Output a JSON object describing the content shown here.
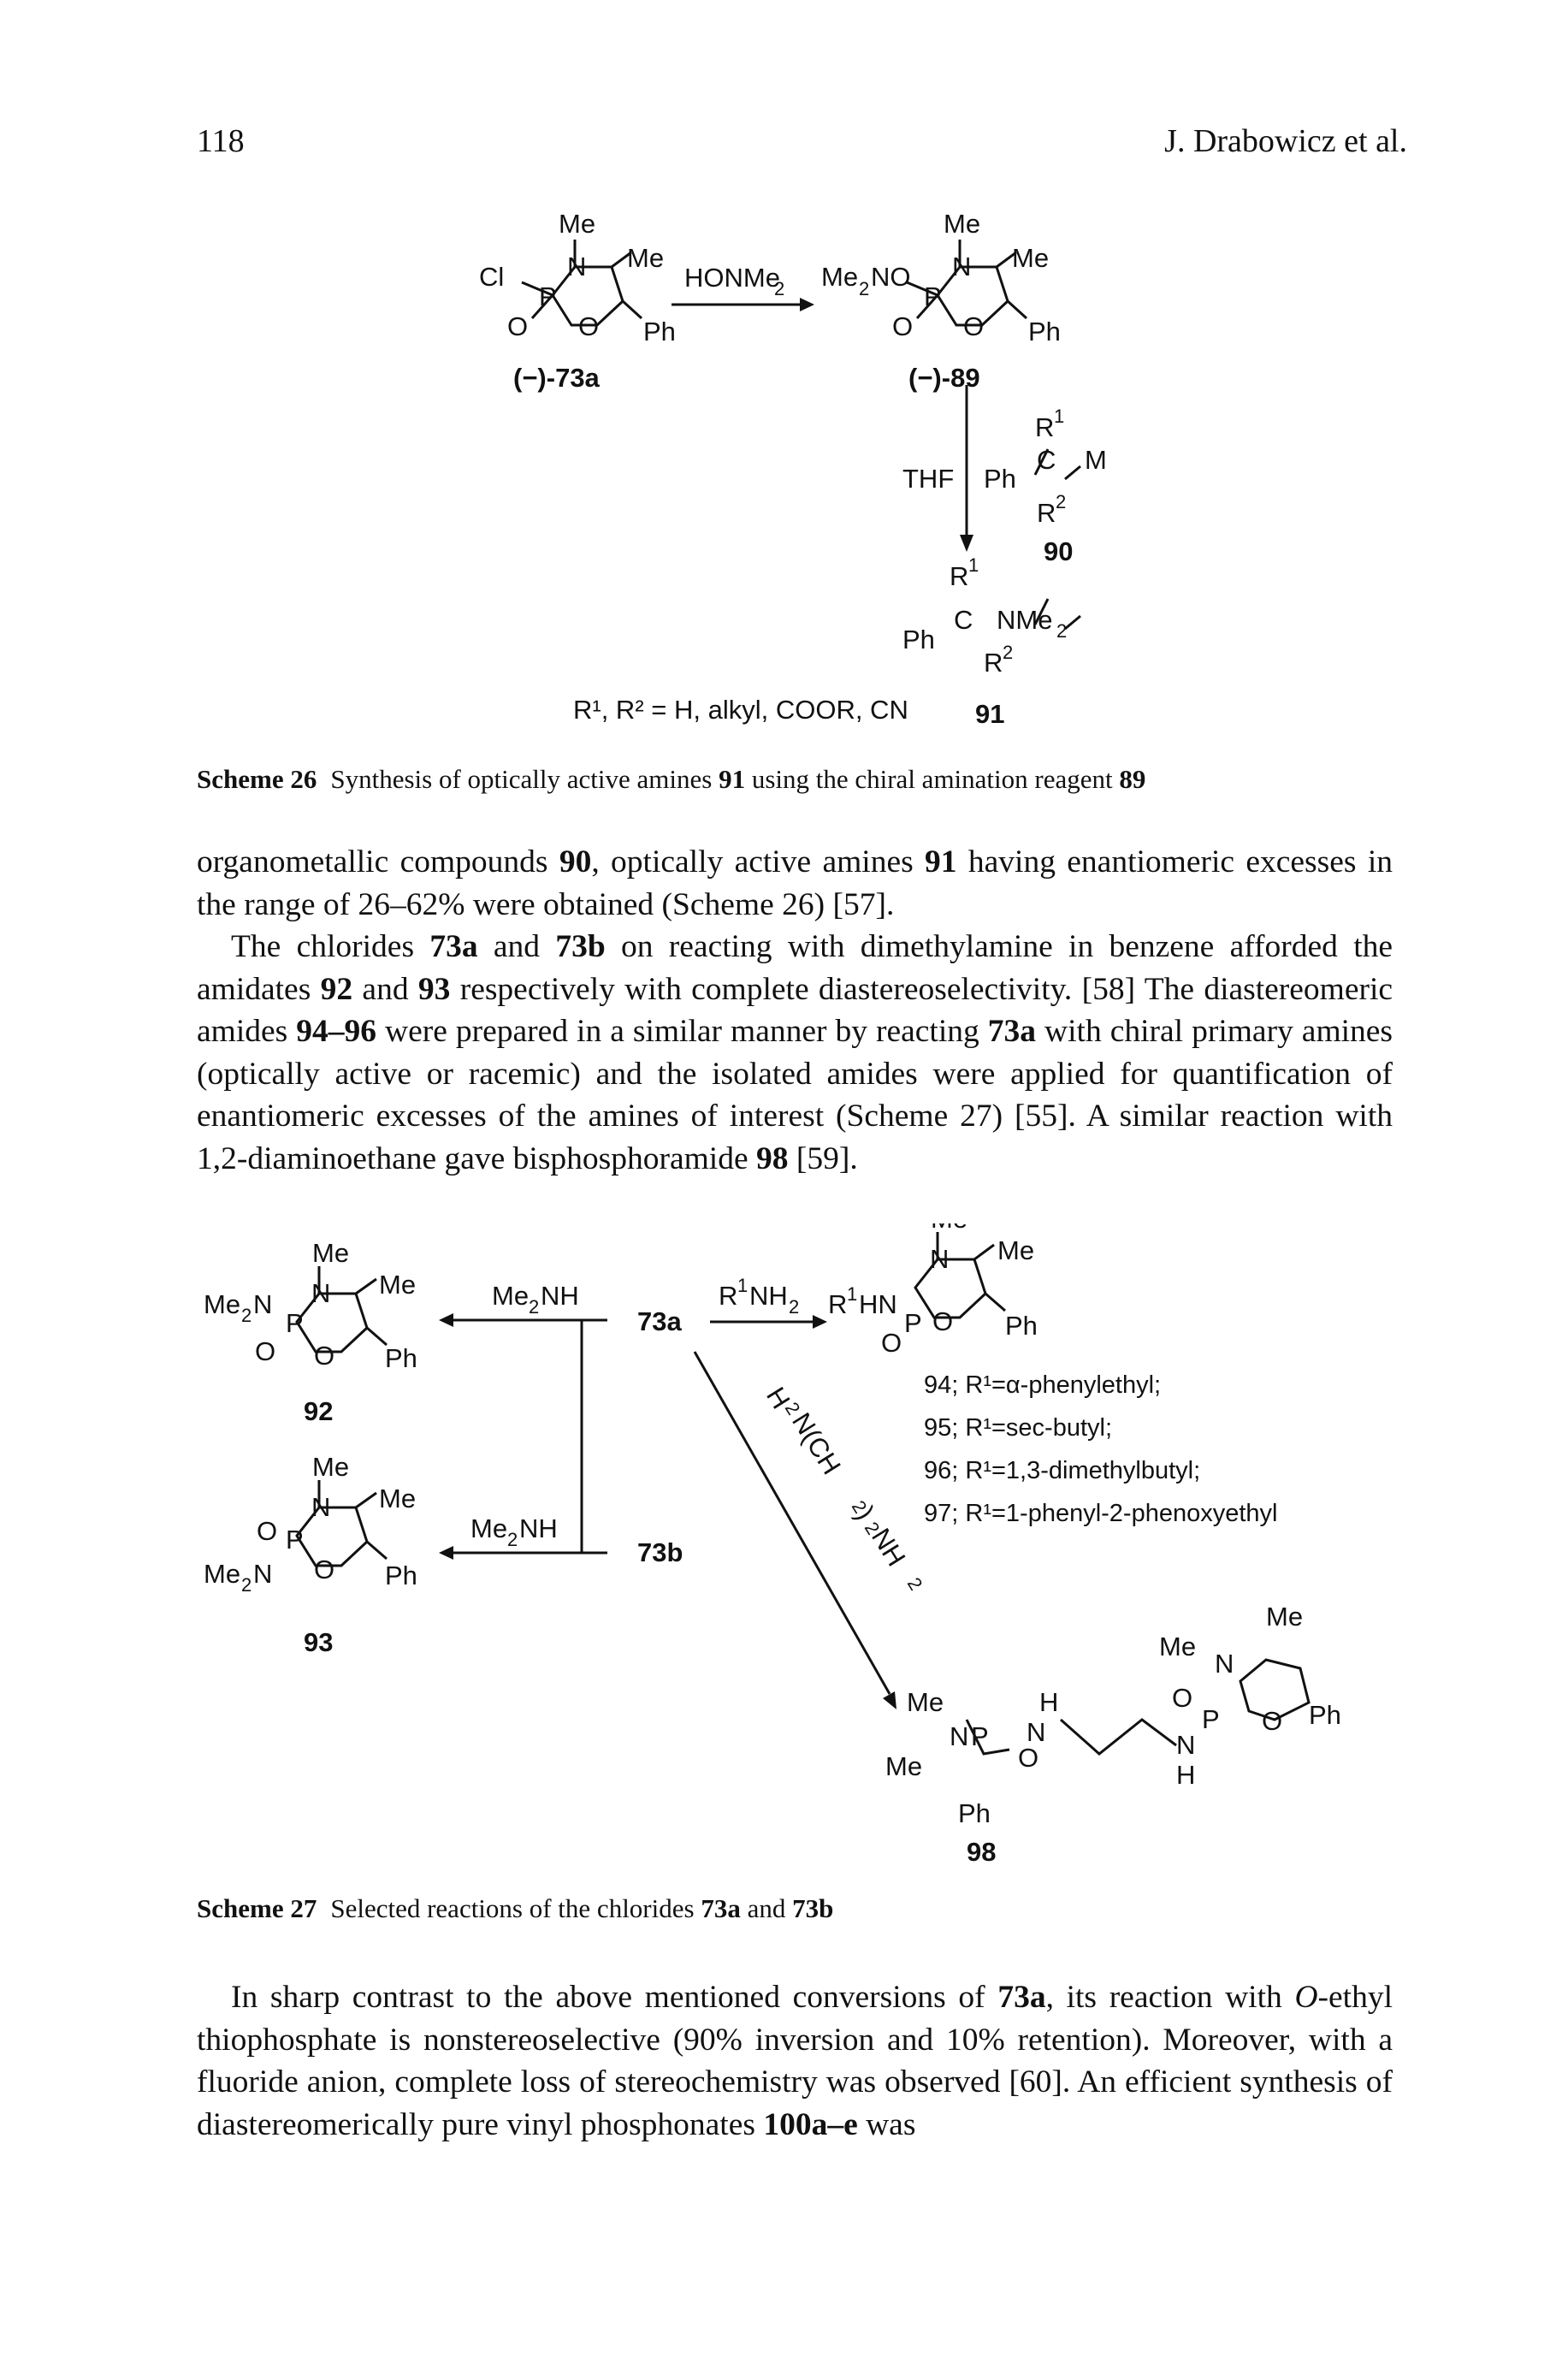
{
  "header": {
    "page_number": "118",
    "running_head": "J. Drabowicz et al."
  },
  "scheme26": {
    "caption_label": "Scheme 26",
    "caption_text": "Synthesis of optically active amines",
    "caption_c1": "91",
    "caption_mid": "using the chiral amination reagent",
    "caption_c2": "89",
    "reagent": "HONMe",
    "label_73a": "(−)-73a",
    "label_89": "(−)-89",
    "thf": "THF",
    "label_90": "90",
    "label_91": "91",
    "substituents": "R¹, R² = H, alkyl, COOR, CN"
  },
  "paragraph1": {
    "t1": "organometallic compounds",
    "c90": "90",
    "t2": ", optically active amines",
    "c91": "91",
    "t3": "having enantiomeric excesses in the range of 26–62% were obtained (Scheme 26) [57]."
  },
  "paragraph2": {
    "t1": "The chlorides",
    "c1": "73a",
    "t2": "and",
    "c2": "73b",
    "t3": "on reacting with dimethylamine in benzene afforded the amidates",
    "c3": "92",
    "t4": "and",
    "c4": "93",
    "t5": "respectively with complete diastereoselectivity. [58] The diastereomeric amides",
    "c5": "94–96",
    "t6": "were prepared in a similar manner by reacting",
    "c6": "73a",
    "t7": "with chiral primary amines (optically active or racemic) and the isolated amides were applied for quantification of enantiomeric excesses of the amines of interest (Scheme 27) [55]. A similar reaction with 1,2-diaminoethane gave bisphosphoramide",
    "c7": "98",
    "t8": "[59]."
  },
  "scheme27": {
    "caption_label": "Scheme 27",
    "caption_text": "Selected reactions of the chlorides",
    "caption_c1": "73a",
    "caption_and": "and",
    "caption_c2": "73b",
    "label_73a": "73a",
    "label_73b": "73b",
    "label_92": "92",
    "label_93": "93",
    "label_98": "98",
    "amine_list": [
      "94; R¹=α-phenylethyl;",
      "95; R¹=sec-butyl;",
      "96; R¹=1,3-dimethylbutyl;",
      "97; R¹=1-phenyl-2-phenoxyethyl"
    ]
  },
  "paragraph3": {
    "t1": "In sharp contrast to the above mentioned conversions of",
    "c1": "73a",
    "t2": ", its reaction with",
    "o_prefix": "O",
    "t3": "-ethyl thiophosphate is nonstereoselective (90% inversion and 10% retention). Moreover, with a fluoride anion, complete loss of stereochemistry was observed [60]. An efficient synthesis of diastereomerically pure vinyl phosphonates",
    "c2": "100a–e",
    "t4": "was"
  }
}
